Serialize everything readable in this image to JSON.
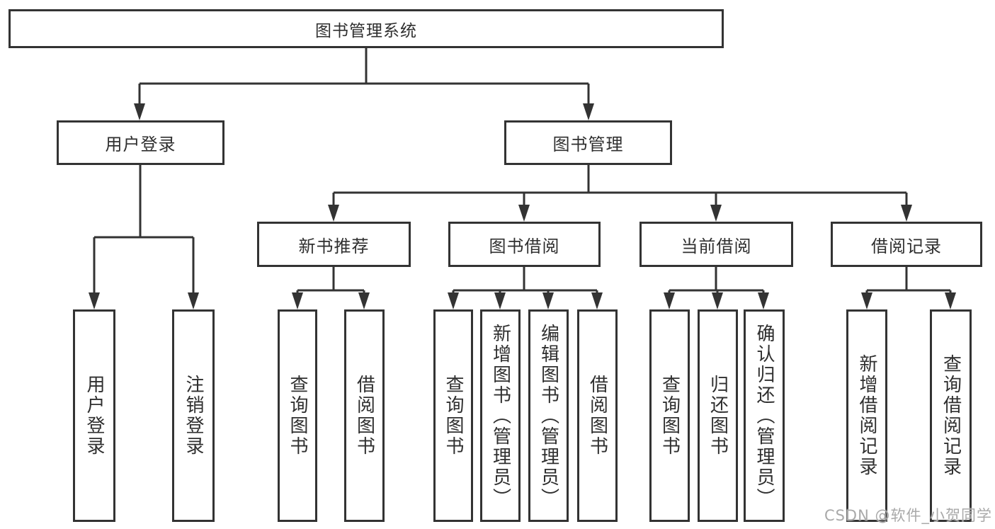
{
  "diagram_type": "hierarchy-diagram",
  "colors": {
    "line": "#333333",
    "box_border": "#333333",
    "box_background": "#ffffff",
    "text": "#2f2f2f",
    "watermark": "#a9a9a9"
  },
  "tree": {
    "root": {
      "label": "图书管理系统"
    },
    "branches": [
      {
        "label": "用户登录",
        "children": [
          {
            "label": "用户登录"
          },
          {
            "label": "注销登录"
          }
        ]
      },
      {
        "label": "图书管理",
        "children": [
          {
            "label": "新书推荐",
            "children": [
              {
                "label": "查询图书"
              },
              {
                "label": "借阅图书"
              }
            ]
          },
          {
            "label": "图书借阅",
            "children": [
              {
                "label": "查询图书"
              },
              {
                "label": "新增图书（管理员）"
              },
              {
                "label": "编辑图书（管理员）"
              },
              {
                "label": "借阅图书"
              }
            ]
          },
          {
            "label": "当前借阅",
            "children": [
              {
                "label": "查询图书"
              },
              {
                "label": "归还图书"
              },
              {
                "label": "确认归还（管理员）"
              }
            ]
          },
          {
            "label": "借阅记录",
            "children": [
              {
                "label": "新增借阅记录"
              },
              {
                "label": "查询借阅记录"
              }
            ]
          }
        ]
      }
    ]
  },
  "watermark": {
    "text": "CSDN @软件_小贺同学"
  }
}
